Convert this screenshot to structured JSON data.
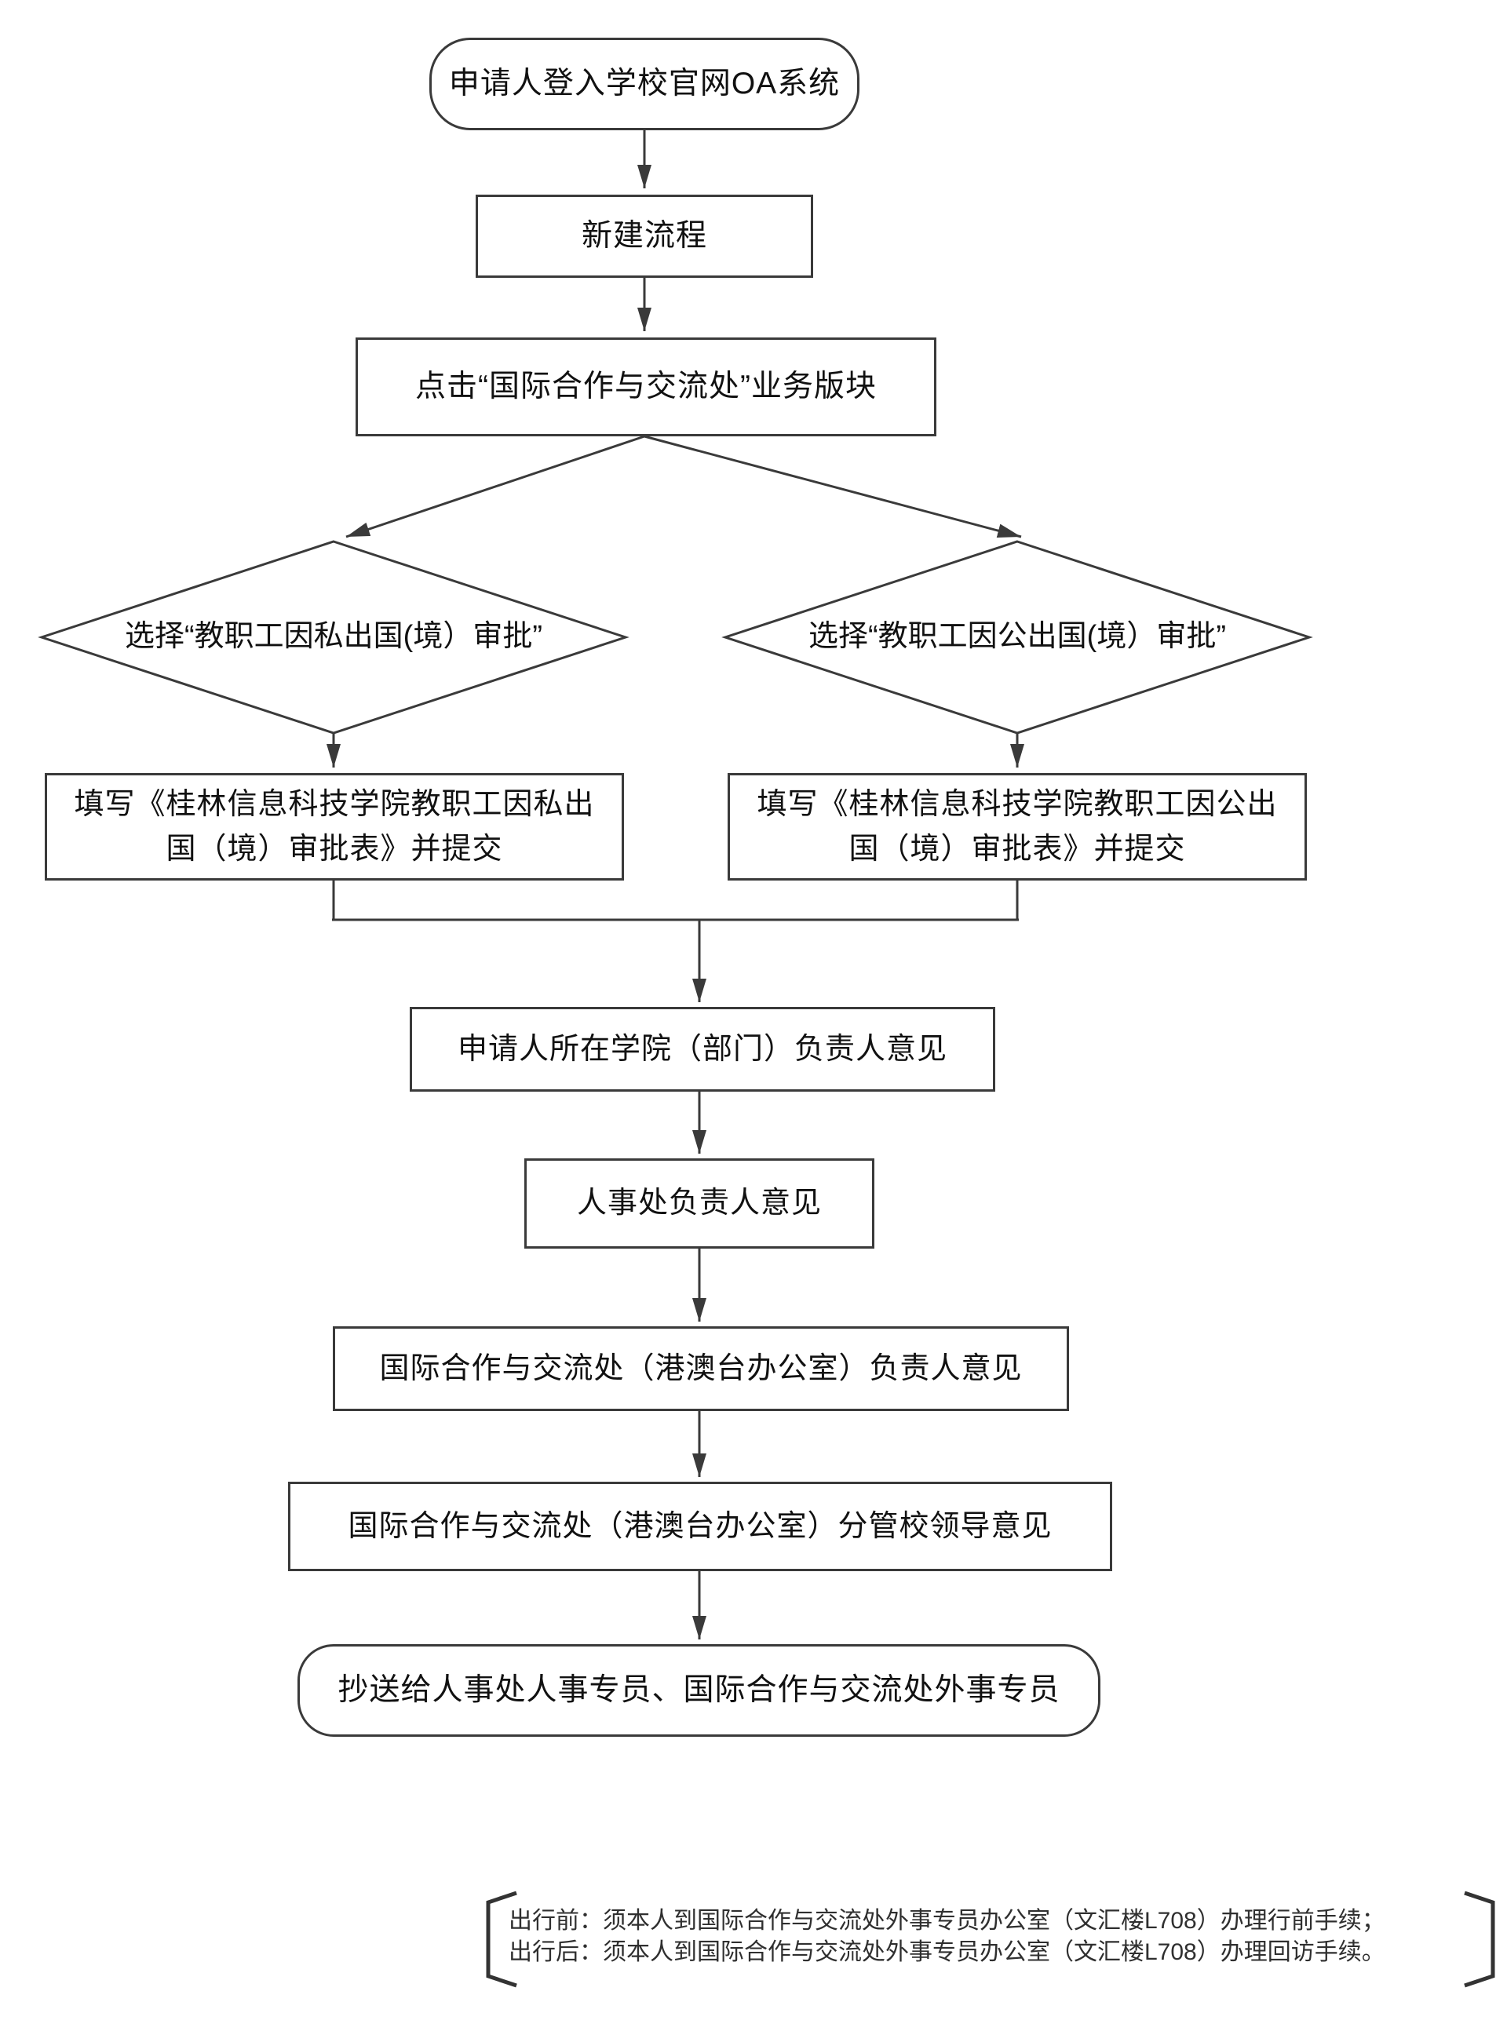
{
  "page": {
    "background_color": "#ffffff",
    "line_color": "#3a3a3a",
    "text_color": "#111111"
  },
  "flowchart": {
    "nodes": [
      {
        "id": "start",
        "type": "terminator",
        "label": "申请人登入学校官网OA系统"
      },
      {
        "id": "new_process",
        "type": "process",
        "label": "新建流程"
      },
      {
        "id": "click_module",
        "type": "process",
        "label": "点击“国际合作与交流处”业务版块"
      },
      {
        "id": "choose_private",
        "type": "decision",
        "label": "选择“教职工因私出国(境）审批”"
      },
      {
        "id": "choose_public",
        "type": "decision",
        "label": "选择“教职工因公出国(境）审批”"
      },
      {
        "id": "fill_private",
        "type": "process",
        "label": "填写《桂林信息科技学院教职工因私出\n国（境）审批表》并提交"
      },
      {
        "id": "fill_public",
        "type": "process",
        "label": "填写《桂林信息科技学院教职工因公出\n国（境）审批表》并提交"
      },
      {
        "id": "dept_opinion",
        "type": "process",
        "label": "申请人所在学院（部门）负责人意见"
      },
      {
        "id": "hr_opinion",
        "type": "process",
        "label": "人事处负责人意见"
      },
      {
        "id": "intl_office_opinion",
        "type": "process",
        "label": "国际合作与交流处（港澳台办公室）负责人意见"
      },
      {
        "id": "school_leader_opinion",
        "type": "process",
        "label": "国际合作与交流处（港澳台办公室）分管校领导意见"
      },
      {
        "id": "copy_to",
        "type": "terminator",
        "label": "抄送给人事处人事专员、国际合作与交流处外事专员"
      }
    ],
    "note": {
      "line1": "出行前：须本人到国际合作与交流处外事专员办公室（文汇楼L708）办理行前手续；",
      "line2": "出行后：须本人到国际合作与交流处外事专员办公室（文汇楼L708）办理回访手续。"
    }
  }
}
